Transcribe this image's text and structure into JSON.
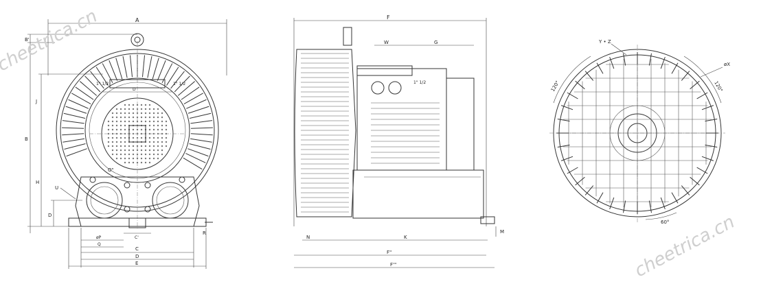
{
  "watermark": "cheetrica.cn",
  "front_view": {
    "labels": {
      "A": "A",
      "B": "B",
      "B1": "B'",
      "J": "J",
      "H": "H",
      "U": "U",
      "D": "D",
      "P": "øP",
      "Q": "Q",
      "C1": "C'",
      "C": "C",
      "D2": "D",
      "E": "E",
      "R": "R",
      "O": "O\"",
      "port1": "1\" 1/2",
      "port2": "1\" 1/2"
    }
  },
  "side_view": {
    "labels": {
      "F": "F",
      "W": "W",
      "G": "G",
      "conduit": "1\" 1/2",
      "N": "N",
      "K": "K",
      "M": "M",
      "F2": "F\"",
      "F3": "F'\""
    }
  },
  "rear_view": {
    "labels": {
      "YZ": "Y • Z",
      "X": "øX",
      "a1": "120°",
      "a2": "120°",
      "a3": "60°"
    }
  }
}
